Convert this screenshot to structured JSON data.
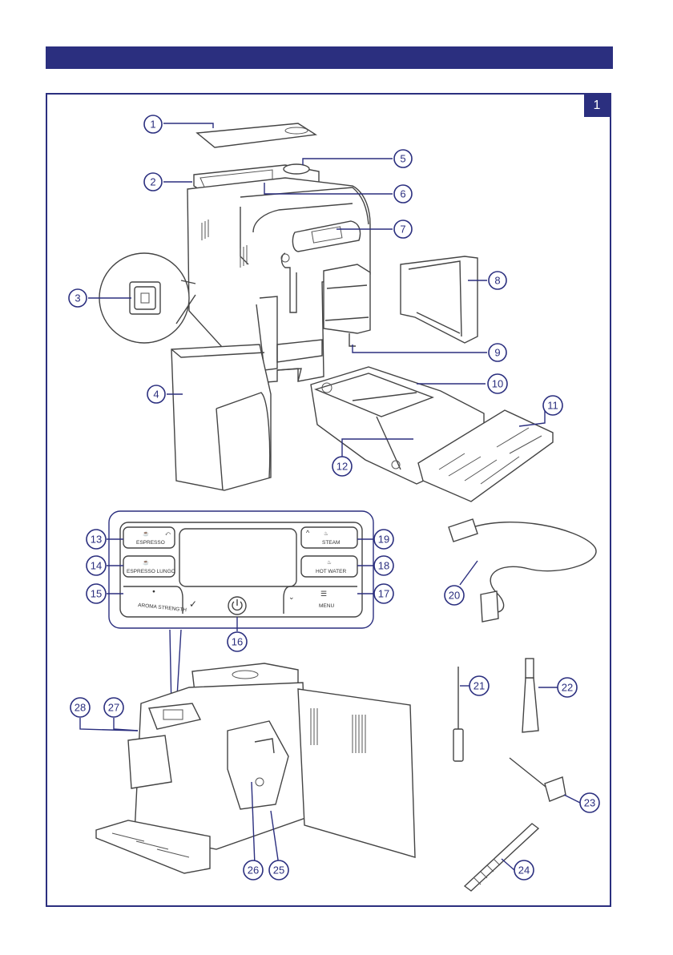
{
  "figure": {
    "number": "1"
  },
  "colors": {
    "accent": "#2b2f7f",
    "line": "#444444"
  },
  "panel": {
    "espresso": "ESPRESSO",
    "espresso_lungo": "ESPRESSO LUNGO",
    "aroma_strength": "AROMA STRENGTH",
    "steam": "STEAM",
    "hot_water": "HOT WATER",
    "menu": "MENU"
  },
  "callouts": [
    "1",
    "2",
    "3",
    "4",
    "5",
    "6",
    "7",
    "8",
    "9",
    "10",
    "11",
    "12",
    "13",
    "14",
    "15",
    "16",
    "17",
    "18",
    "19",
    "20",
    "21",
    "22",
    "23",
    "24",
    "25",
    "26",
    "27",
    "28"
  ]
}
